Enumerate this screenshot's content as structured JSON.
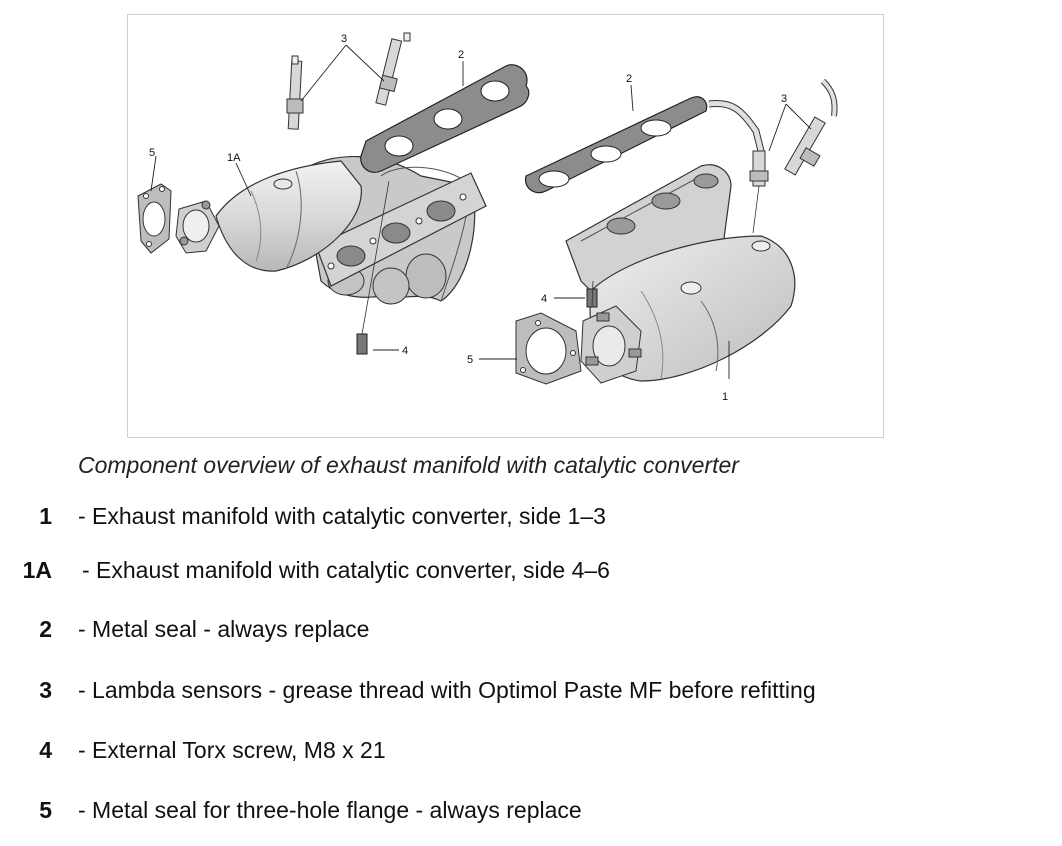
{
  "figure": {
    "callouts": [
      {
        "id": "c-3-left",
        "label": "3"
      },
      {
        "id": "c-2-left",
        "label": "2"
      },
      {
        "id": "c-5-left",
        "label": "5"
      },
      {
        "id": "c-1a",
        "label": "1A"
      },
      {
        "id": "c-4-left",
        "label": "4"
      },
      {
        "id": "c-2-right",
        "label": "2"
      },
      {
        "id": "c-3-right",
        "label": "3"
      },
      {
        "id": "c-4-right",
        "label": "4"
      },
      {
        "id": "c-5-right",
        "label": "5"
      },
      {
        "id": "c-1",
        "label": "1"
      }
    ]
  },
  "caption": "Component overview of exhaust manifold with catalytic converter",
  "legend": [
    {
      "num": "1",
      "text": "- Exhaust manifold with catalytic converter, side 1–3"
    },
    {
      "num": "1A",
      "text": "- Exhaust manifold with catalytic converter, side 4–6"
    },
    {
      "num": "2",
      "text": "- Metal seal - always replace"
    },
    {
      "num": "3",
      "text": "- Lambda sensors - grease thread with Optimol Paste MF before refitting"
    },
    {
      "num": "4",
      "text": "- External Torx screw, M8 x 21"
    },
    {
      "num": "5",
      "text": "- Metal seal for three-hole flange - always replace"
    }
  ]
}
